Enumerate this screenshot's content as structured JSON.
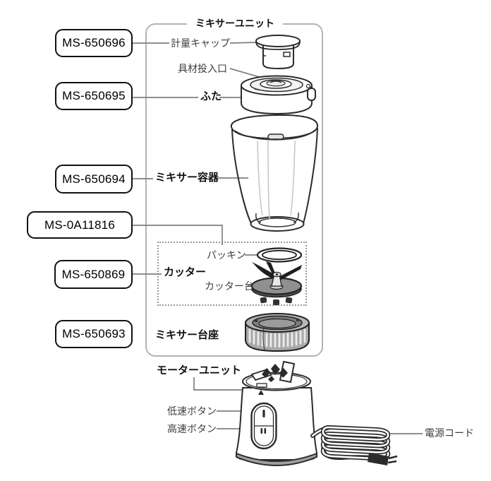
{
  "mixer_unit_section": {
    "title": "ミキサーユニット",
    "parts": {
      "measuring_cap": {
        "part_no": "MS-650696",
        "label": "計量キャップ"
      },
      "ingredient_inlet": {
        "label": "具材投入口"
      },
      "lid": {
        "part_no": "MS-650695",
        "label": "ふた"
      },
      "container": {
        "part_no": "MS-650694",
        "label": "ミキサー容器"
      },
      "packing_set": {
        "part_no": "MS-0A11816"
      },
      "packing": {
        "label": "パッキン"
      },
      "cutter": {
        "part_no": "MS-650869",
        "label": "カッター"
      },
      "cutter_base": {
        "label": "カッター台"
      },
      "mixer_base": {
        "part_no": "MS-650693",
        "label": "ミキサー台座"
      }
    }
  },
  "motor_unit_section": {
    "title": "モーターユニット",
    "labels": {
      "low_speed_button": "低速ボタン",
      "high_speed_button": "高速ボタン",
      "power_cord": "電源コード"
    }
  },
  "colors": {
    "frame_border": "#b3b3b3",
    "dotted_border": "#999999",
    "leader_line": "#7f7f7f",
    "line_art": "#2b2b2b",
    "part_fill_gray": "#909090"
  }
}
